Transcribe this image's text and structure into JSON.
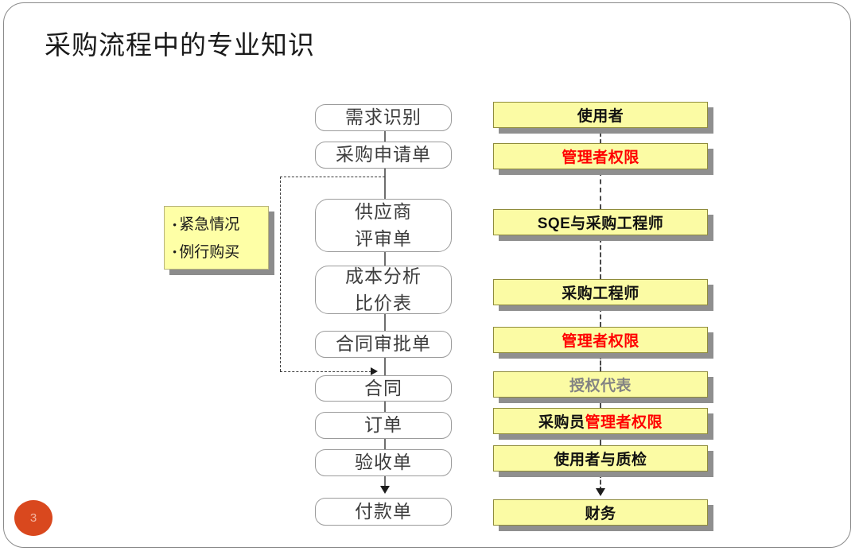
{
  "slide": {
    "title": "采购流程中的专业知识",
    "page_number": "3",
    "badge_color": "#d9481e",
    "accent_red": "#ff0000",
    "yellow_fill": "#fbfba4",
    "shadow_color": "#8f8f8f"
  },
  "callout": {
    "bullet_glyph": "•",
    "items": [
      "紧急情况",
      "例行购买"
    ]
  },
  "flow": {
    "steps": [
      {
        "label": "需求识别",
        "lines": [
          "需求识别"
        ]
      },
      {
        "label": "采购申请单",
        "lines": [
          "采购申请单"
        ]
      },
      {
        "label": "供应商评审单",
        "lines": [
          "供应商",
          "评审单"
        ]
      },
      {
        "label": "成本分析比价表",
        "lines": [
          "成本分析",
          "比价表"
        ]
      },
      {
        "label": "合同审批单",
        "lines": [
          "合同审批单"
        ]
      },
      {
        "label": "合同",
        "lines": [
          "合同"
        ]
      },
      {
        "label": "订单",
        "lines": [
          "订单"
        ]
      },
      {
        "label": "验收单",
        "lines": [
          "验收单"
        ]
      },
      {
        "label": "付款单",
        "lines": [
          "付款单"
        ]
      }
    ]
  },
  "roles": {
    "items": [
      {
        "text": "使用者",
        "style": "black"
      },
      {
        "text": "管理者权限",
        "style": "red"
      },
      {
        "text": "SQE与采购工程师",
        "style": "black"
      },
      {
        "text": "采购工程师",
        "style": "black"
      },
      {
        "text": "管理者权限",
        "style": "red"
      },
      {
        "text": "授权代表",
        "style": "gray"
      },
      {
        "text": "采购员管理者权限",
        "style": "split",
        "text_black": "采购员",
        "text_red": "管理者权限"
      },
      {
        "text": "使用者与质检",
        "style": "black"
      },
      {
        "text": "财务",
        "style": "black"
      }
    ]
  }
}
